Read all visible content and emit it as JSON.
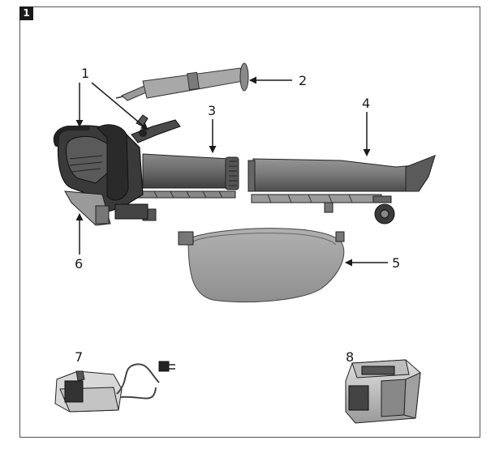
{
  "figure_number": "1",
  "callouts": {
    "c1": "1",
    "c2": "2",
    "c3": "3",
    "c4": "4",
    "c5": "5",
    "c6": "6",
    "c7": "7",
    "c8": "8"
  }
}
